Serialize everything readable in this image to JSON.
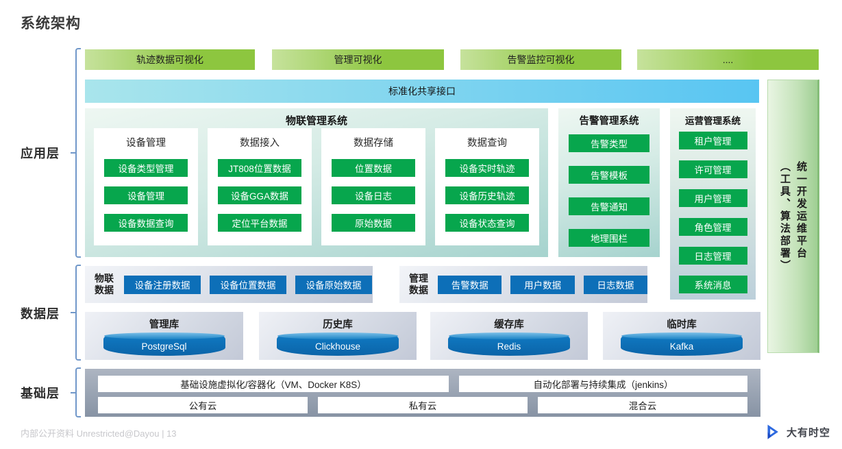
{
  "title": "系统架构",
  "layers": {
    "app": "应用层",
    "data": "数据层",
    "infra": "基础层"
  },
  "top_buttons": [
    "轨迹数据可视化",
    "管理可视化",
    "告警监控可视化",
    "...."
  ],
  "shared_interface": "标准化共享接口",
  "iot_system": {
    "title": "物联管理系统",
    "columns": [
      {
        "title": "设备管理",
        "items": [
          "设备类型管理",
          "设备管理",
          "设备数据查询"
        ]
      },
      {
        "title": "数据接入",
        "items": [
          "JT808位置数据",
          "设备GGA数据",
          "定位平台数据"
        ]
      },
      {
        "title": "数据存储",
        "items": [
          "位置数据",
          "设备日志",
          "原始数据"
        ]
      },
      {
        "title": "数据查询",
        "items": [
          "设备实时轨迹",
          "设备历史轨迹",
          "设备状态查询"
        ]
      }
    ]
  },
  "alarm_system": {
    "title": "告警管理系统",
    "items": [
      "告警类型",
      "告警模板",
      "告警通知",
      "地理围栏"
    ]
  },
  "ops_system": {
    "title": "运营管理系统",
    "items": [
      "租户管理",
      "许可管理",
      "用户管理",
      "角色管理",
      "日志管理",
      "系统消息"
    ]
  },
  "devops_platform": {
    "line1": "统一开发运维平台",
    "line2": "（工具、算法部署）"
  },
  "data_layer": {
    "groups": [
      {
        "label": "物联数据",
        "items": [
          "设备注册数据",
          "设备位置数据",
          "设备原始数据"
        ]
      },
      {
        "label": "管理数据",
        "items": [
          "告警数据",
          "用户数据",
          "日志数据"
        ]
      }
    ],
    "databases": [
      {
        "title": "管理库",
        "engine": "PostgreSql"
      },
      {
        "title": "历史库",
        "engine": "Clickhouse"
      },
      {
        "title": "缓存库",
        "engine": "Redis"
      },
      {
        "title": "临时库",
        "engine": "Kafka"
      }
    ]
  },
  "infra_layer": {
    "row1": [
      "基础设施虚拟化/容器化（VM、Docker K8S）",
      "自动化部署与持续集成（jenkins）"
    ],
    "row2": [
      "公有云",
      "私有云",
      "混合云"
    ]
  },
  "footer": {
    "text": "内部公开资料 Unrestricted@Dayou | 13",
    "logo_text": "大有时空"
  },
  "colors": {
    "green_node": "#07a64d",
    "blue_node": "#0d6fb8",
    "top_button_green": "#8dc63f",
    "shared_bar_cyan": "#58c5f2",
    "cylinder_blue": "#0d72ba",
    "infra_gray": "#8793a4",
    "bracket_blue": "#7097c9"
  }
}
